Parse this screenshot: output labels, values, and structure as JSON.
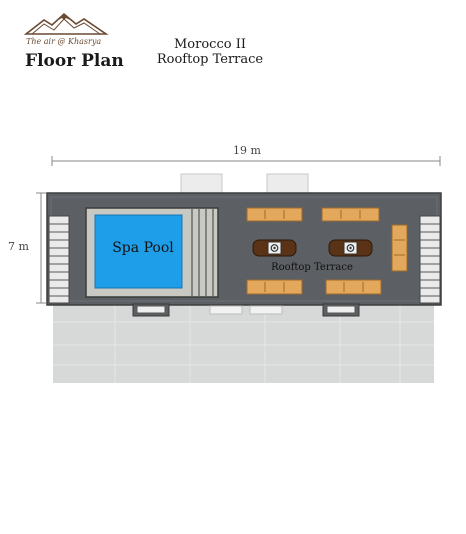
{
  "brand": {
    "logo_text": "The air @ Khasrya"
  },
  "header": {
    "title": "Floor Plan",
    "project_name": "Morocco II",
    "project_area": "Rooftop Terrace"
  },
  "dimensions": {
    "width_label": "19 m",
    "height_label": "7 m"
  },
  "rooms": {
    "pool_label": "Spa Pool",
    "terrace_label": "Rooftop Terrace"
  },
  "colors": {
    "floor": "#5c5f63",
    "pool_water": "#1e9ee8",
    "sofa": "#e3a85c",
    "table": "#5a3216",
    "below_floor": "#d7d9d9",
    "logo_brown": "#6b4a32"
  }
}
